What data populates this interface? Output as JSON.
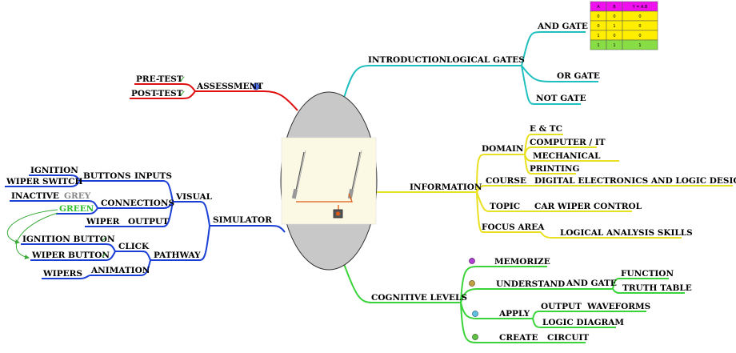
{
  "colors": {
    "introduction": "#1fbfbf",
    "information": "#e8e020",
    "cognitive": "#3ad43a",
    "simulator": "#1a3fd6",
    "assessment": "#e01010",
    "outline": "#000000",
    "check": "#3aaa3a",
    "grey_text": "#888888",
    "green_text": "#2fbf2f",
    "truth_header": "#ee11ee",
    "truth_rows": "#ffee00",
    "truth_last": "#88dd44"
  },
  "center": {
    "image_desc": "wiper-simulation-icon"
  },
  "introduction": {
    "label": "INTRODUCTION",
    "logical_gates": "LOGICAL GATES",
    "and_gate": "AND GATE",
    "or_gate": "OR GATE",
    "not_gate": "NOT GATE",
    "truth_table": {
      "headers": [
        "A",
        "B",
        "Y = A.B"
      ],
      "rows": [
        [
          "0",
          "0",
          "0"
        ],
        [
          "0",
          "1",
          "0"
        ],
        [
          "1",
          "0",
          "0"
        ],
        [
          "1",
          "1",
          "1"
        ]
      ]
    }
  },
  "information": {
    "label": "INFORMATION",
    "domain": "DOMAIN",
    "domain_items": [
      "E & TC",
      "COMPUTER / IT",
      "MECHANICAL",
      "PRINTING"
    ],
    "course": "COURSE",
    "course_value": "DIGITAL ELECTRONICS AND LOGIC DESIGN",
    "topic": "TOPIC",
    "topic_value": "CAR WIPER CONTROL",
    "focus": "FOCUS AREA",
    "focus_value": "LOGICAL ANALYSIS SKILLS"
  },
  "cognitive": {
    "label": "COGNITIVE LEVELS",
    "memorize": "MEMORIZE",
    "understand": "UNDERSTAND",
    "understand_and_gate": "AND GATE",
    "function": "FUNCTION",
    "truth_table": "TRUTH TABLE",
    "apply": "APPLY",
    "output": "OUTPUT",
    "waveforms": "WAVEFORMS",
    "logic_diagram": "LOGIC DIAGRAM",
    "create": "CREATE",
    "circuit": "CIRCUIT"
  },
  "assessment": {
    "label": "ASSESSMENT",
    "pre_test": "PRE-TEST",
    "post_test": "POST-TEST",
    "check": "✓"
  },
  "simulator": {
    "label": "SIMULATOR",
    "visual": "VISUAL",
    "inputs": "INPUTS",
    "buttons": "BUTTONS",
    "ignition": "IGNITION",
    "wiper_switch": "WIPER SWITCH",
    "connections": "CONNECTIONS",
    "inactive": "INACTIVE",
    "grey": "GREY",
    "green": "GREEN",
    "output": "OUTPUT",
    "wiper": "WIPER",
    "pathway": "PATHWAY",
    "click": "CLICK",
    "ignition_button": "IGNITION BUTTON",
    "wiper_button": "WIPER BUTTON",
    "animation": "ANIMATION",
    "wipers": "WIPERS",
    "check": "✓"
  }
}
